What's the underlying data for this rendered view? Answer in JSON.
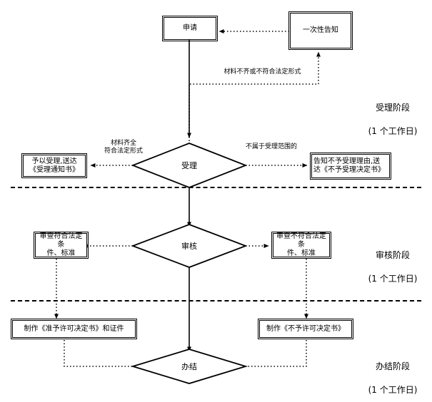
{
  "diagram": {
    "title_hidden": "",
    "nodes": {
      "application": "申请",
      "one_time_notice": "一次性告知",
      "accept_decision": "受理",
      "accept_yes": "予以受理,送达\n《受理通知书》",
      "accept_no": "告知不予受理理由,送\n达《不予受理决定书》",
      "review_decision": "审核",
      "review_pass": "审查符合法定条\n件、标准",
      "review_fail": "审查不符合法定条\n件、标准",
      "issue_permit": "制作《准予许可决定书》和证件",
      "deny_permit": "制作《不予许可决定书》",
      "complete": "办结"
    },
    "edge_labels": {
      "materials_incomplete": "材料不齐或不符合法定形式",
      "materials_complete": "材料齐全\n符合法定形式",
      "out_of_scope": "不属于受理范围的"
    },
    "stages": [
      {
        "name": "受理阶段",
        "duration": "(1 个工作日)"
      },
      {
        "name": "审核阶段",
        "duration": "(1 个工作日)"
      },
      {
        "name": "办结阶段",
        "duration": "(1 个工作日)"
      }
    ],
    "colors": {
      "line": "#000000",
      "background": "#ffffff",
      "text": "#000000"
    }
  }
}
